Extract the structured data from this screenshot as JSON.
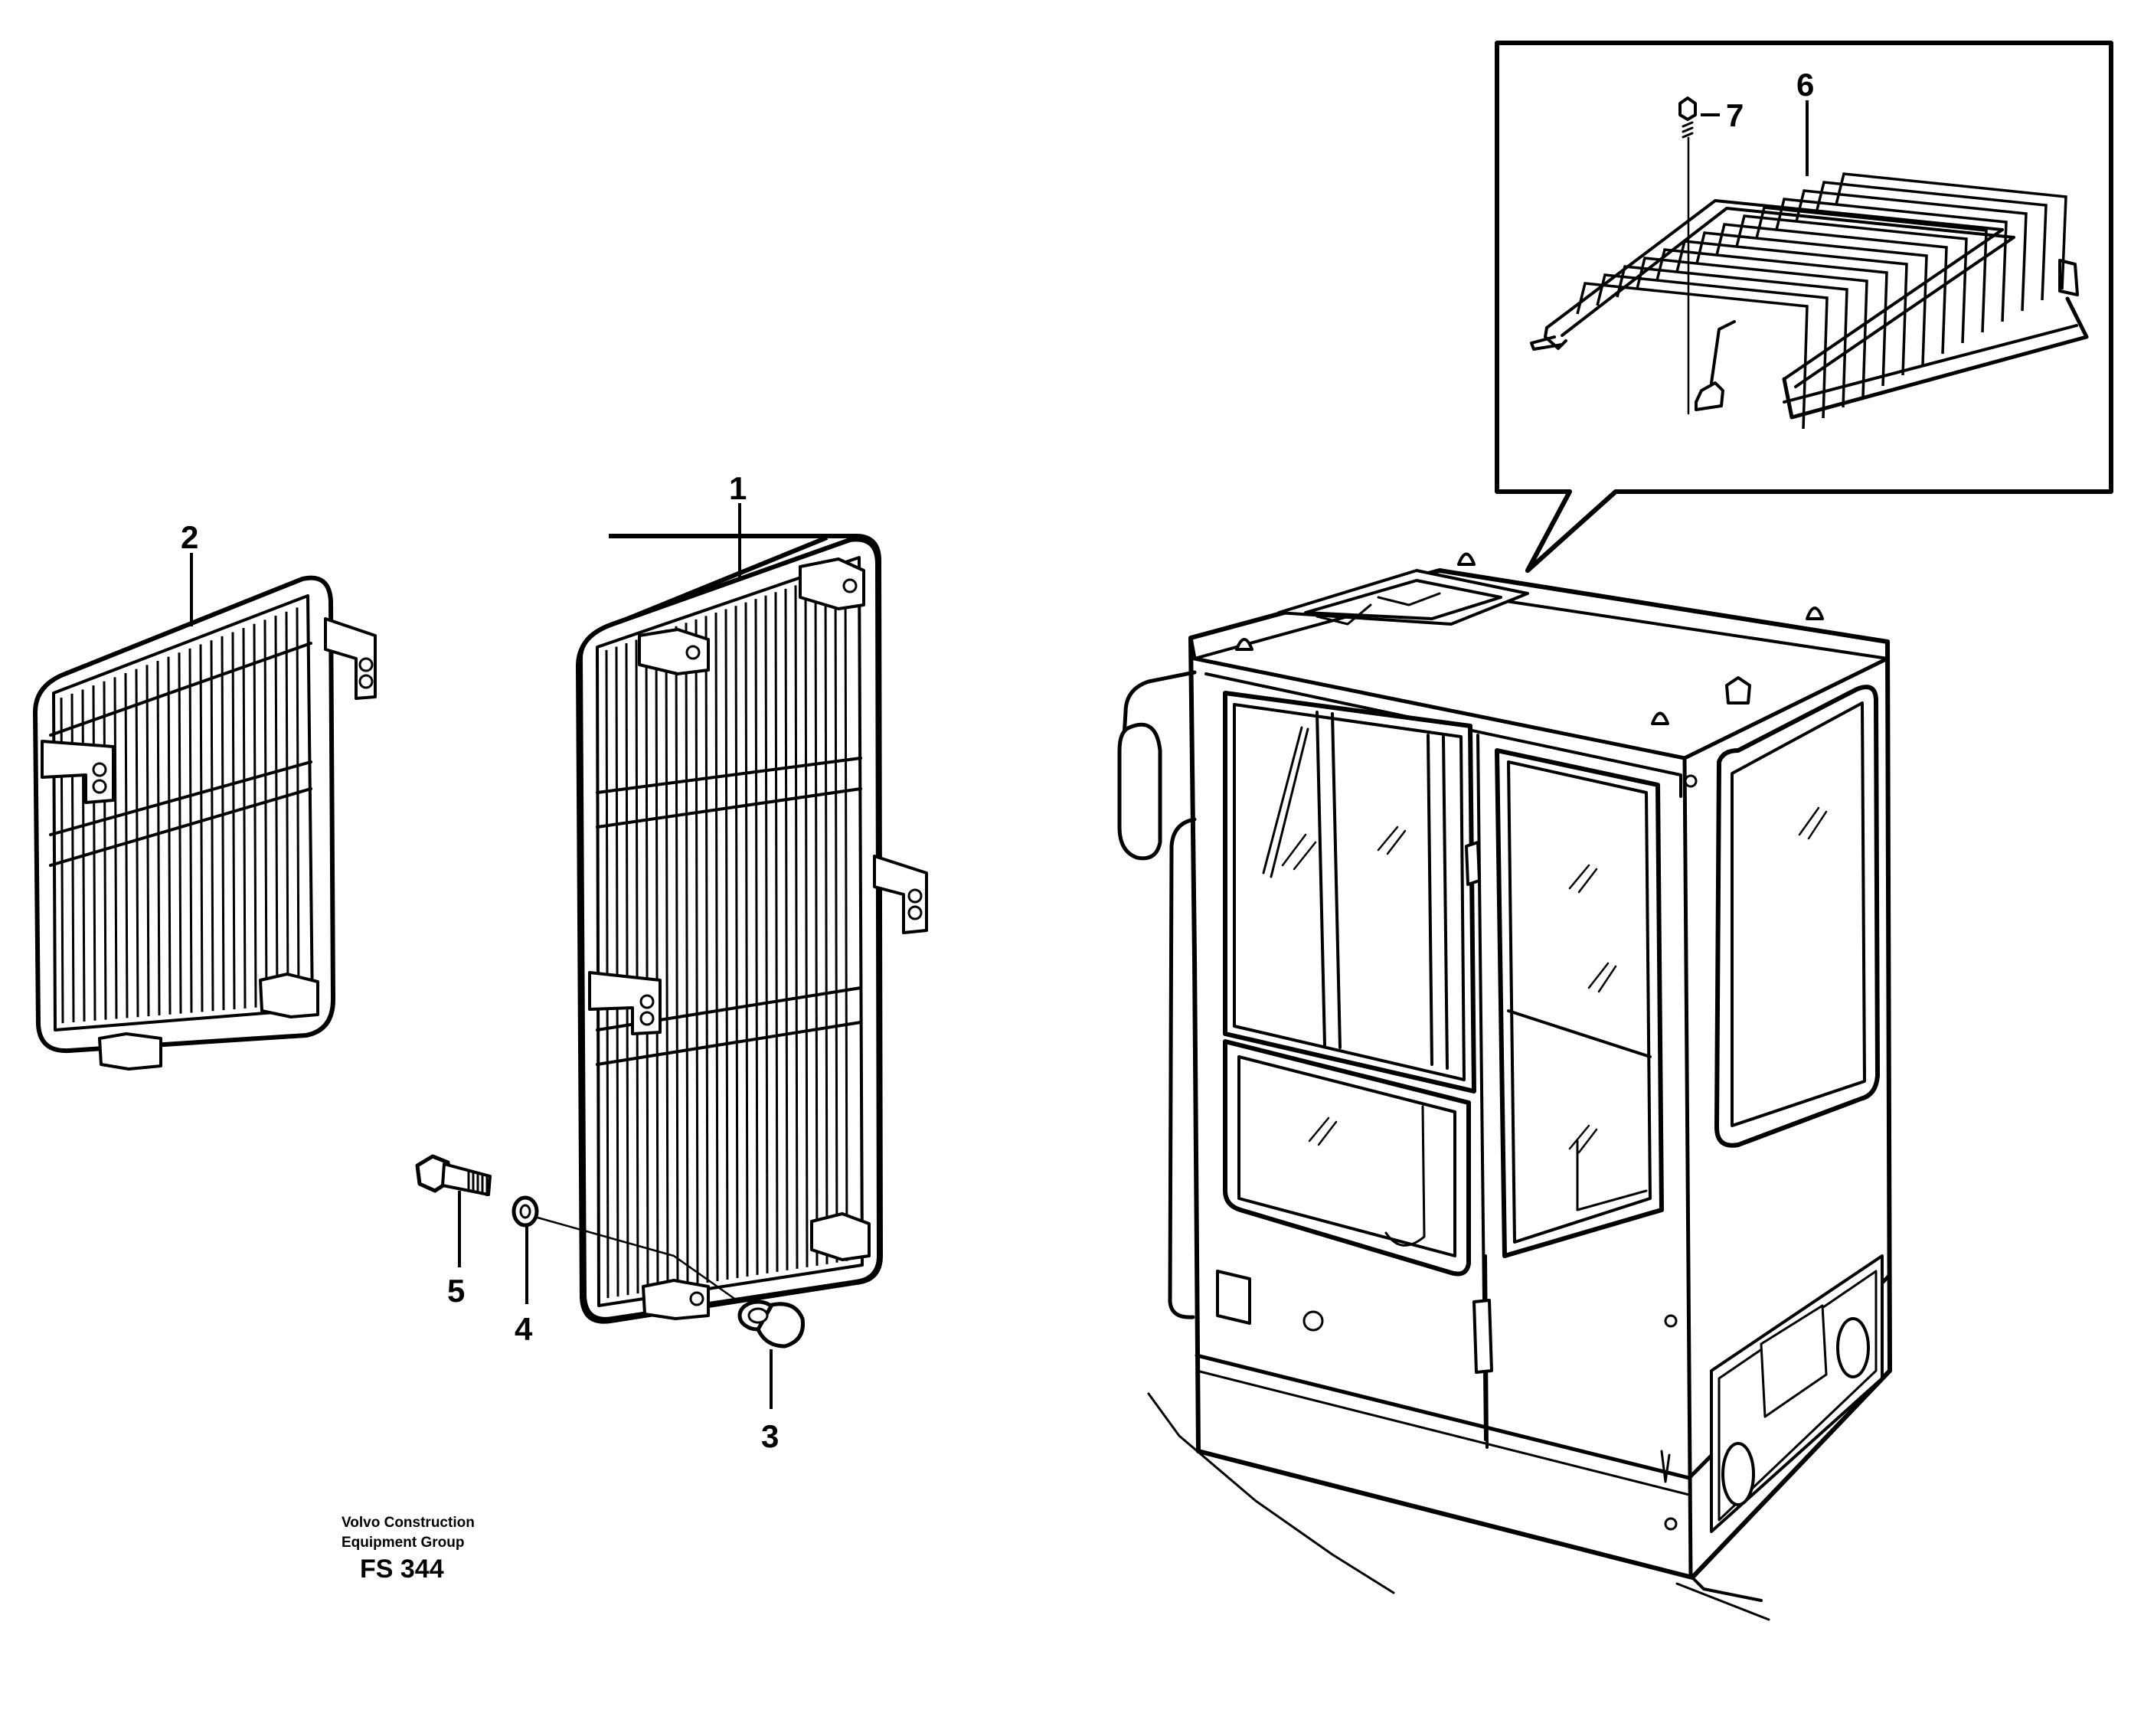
{
  "callouts": [
    "1",
    "2",
    "3",
    "4",
    "5",
    "6",
    "7"
  ],
  "footer": {
    "line1": "Volvo Construction",
    "line2": "Equipment Group",
    "code": "FS 344"
  },
  "colors": {
    "ink": "#000000",
    "paper": "#ffffff"
  }
}
